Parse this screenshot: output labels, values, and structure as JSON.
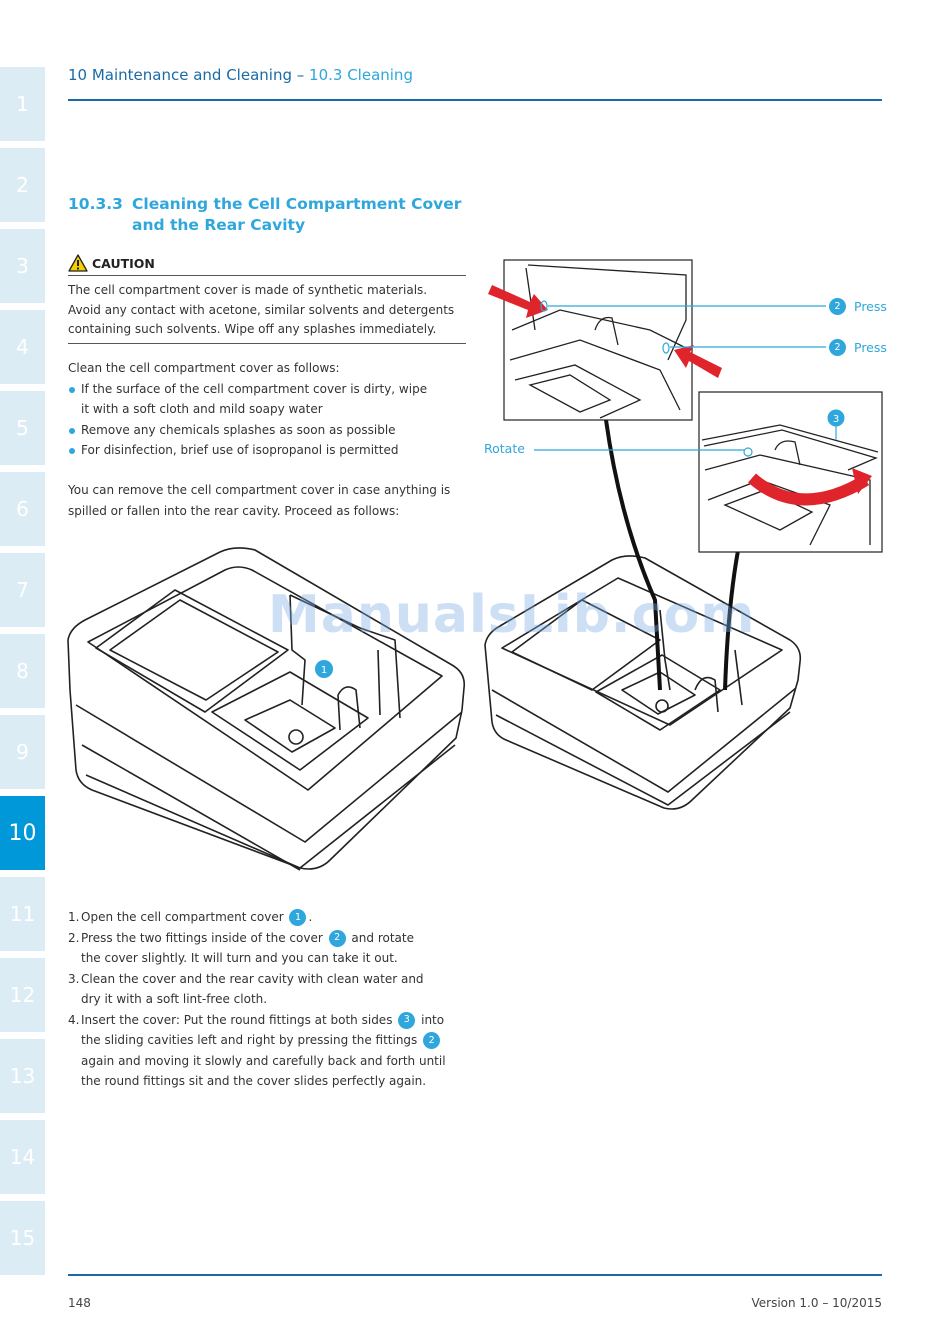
{
  "header": {
    "chapter": "10 Maintenance and Cleaning",
    "separator": " – ",
    "section": "10.3 Cleaning"
  },
  "chapter_tabs": [
    "1",
    "2",
    "3",
    "4",
    "5",
    "6",
    "7",
    "8",
    "9",
    "10",
    "11",
    "12",
    "13",
    "14",
    "15"
  ],
  "active_tab": "10",
  "section_heading": {
    "number": "10.3.3",
    "line1": "Cleaning the Cell Compartment Cover",
    "line2": "and the Rear Cavity"
  },
  "caution": {
    "icon": "warning-triangle-icon",
    "title": "CAUTION",
    "lines": [
      "The cell compartment cover is made of synthetic materials.",
      "Avoid any contact with acetone, similar solvents and detergents",
      "containing such solvents. Wipe off any splashes immediately."
    ]
  },
  "intro": "Clean the cell compartment cover as follows:",
  "bullets": [
    [
      "If the surface of the cell compartment cover is dirty, wipe",
      "it with a soft cloth and mild soapy water"
    ],
    [
      "Remove any chemicals splashes as soon as possible"
    ],
    [
      "For disinfection, brief use of isopropanol is permitted"
    ]
  ],
  "removal_text": [
    "You can remove the cell compartment cover in case anything is",
    "spilled or fallen into the rear cavity. Proceed as follows:"
  ],
  "figure": {
    "callout_press": "Press",
    "callout_rotate": "Rotate",
    "badge_1": "1",
    "badge_2": "2",
    "badge_3": "3",
    "accent_color": "#2fa7dc",
    "arrow_color": "#e0242b"
  },
  "watermark": "ManualsLib.com",
  "steps": {
    "s1": {
      "n": "1.",
      "text": "Open the cell compartment cover",
      "badge": "1",
      "after": "."
    },
    "s2": {
      "n": "2.",
      "text": "Press the two fittings inside of the cover",
      "badge": "2",
      "after": "and rotate",
      "line2": "the cover slightly. It will turn and you can take it out."
    },
    "s3": {
      "n": "3.",
      "text": "Clean the cover and the rear cavity with clean water and",
      "line2": "dry it with a soft lint-free cloth."
    },
    "s4": {
      "n": "4.",
      "text": "Insert the cover: Put the round fittings at both sides",
      "badge": "3",
      "after": "into",
      "line2a": "the sliding cavities left and right by pressing the fittings",
      "badge2": "2",
      "line3": "again and moving it slowly and carefully back and forth until",
      "line4": "the round fittings sit and the cover slides perfectly again."
    }
  },
  "footer": {
    "page": "148",
    "version": "Version 1.0 – 10/2015"
  }
}
